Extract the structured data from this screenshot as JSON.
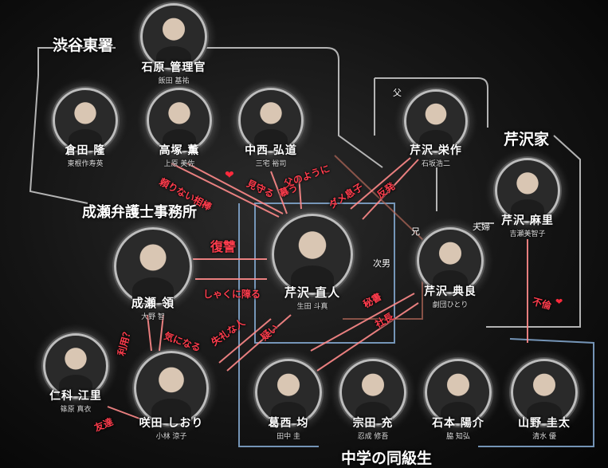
{
  "groups": {
    "shibuya": "渋谷東署",
    "naruse_office": "成瀬弁護士事務所",
    "serizawa": "芹沢家",
    "classmates": "中学の同級生"
  },
  "characters": [
    {
      "id": "ishihara",
      "name": "石原 管理官",
      "actor": "飯田 基祐"
    },
    {
      "id": "kurata",
      "name": "倉田 隆",
      "actor": "東根作寿英"
    },
    {
      "id": "takatsuka",
      "name": "高塚 薫",
      "actor": "上原 美佐"
    },
    {
      "id": "nakanishi",
      "name": "中西 弘道",
      "actor": "三宅 裕司"
    },
    {
      "id": "eisaku",
      "name": "芹沢 栄作",
      "actor": "石坂浩二"
    },
    {
      "id": "mari",
      "name": "芹沢 麻里",
      "actor": "吉瀬美智子"
    },
    {
      "id": "naruse",
      "name": "成瀬 領",
      "actor": "大野 智"
    },
    {
      "id": "naoto",
      "name": "芹沢 直人",
      "actor": "生田 斗真"
    },
    {
      "id": "noriyoshi",
      "name": "芹沢 典良",
      "actor": "劇団ひとり"
    },
    {
      "id": "nishina",
      "name": "仁科 江里",
      "actor": "篠原 真衣"
    },
    {
      "id": "sakita",
      "name": "咲田 しおり",
      "actor": "小林 涼子"
    },
    {
      "id": "kasai",
      "name": "葛西 均",
      "actor": "田中 圭"
    },
    {
      "id": "muneta",
      "name": "宗田 充",
      "actor": "忍成 修吾"
    },
    {
      "id": "ishimoto",
      "name": "石本 陽介",
      "actor": "脇 知弘"
    },
    {
      "id": "yamano",
      "name": "山野 圭太",
      "actor": "清水 優"
    }
  ],
  "relations": {
    "tayorinai": "頼りない相棒",
    "mimamoru": "見守る",
    "chichi_no_you": "父のように",
    "shitau": "慕う",
    "dame_musuko": "ダメ息子",
    "hanpatsu": "反発",
    "fukushu": "復讐",
    "shakuni": "しゃくに障る",
    "shitsurei": "失礼な人",
    "utagai": "疑い",
    "hisho": "秘書",
    "shacho": "社長",
    "riyou": "利用？",
    "ki_ni_naru": "気になる",
    "tomodachi": "友達",
    "furin": "不倫"
  },
  "roles": {
    "father": "父",
    "couple": "夫婦",
    "elder_brother": "兄",
    "second_son": "次男"
  }
}
